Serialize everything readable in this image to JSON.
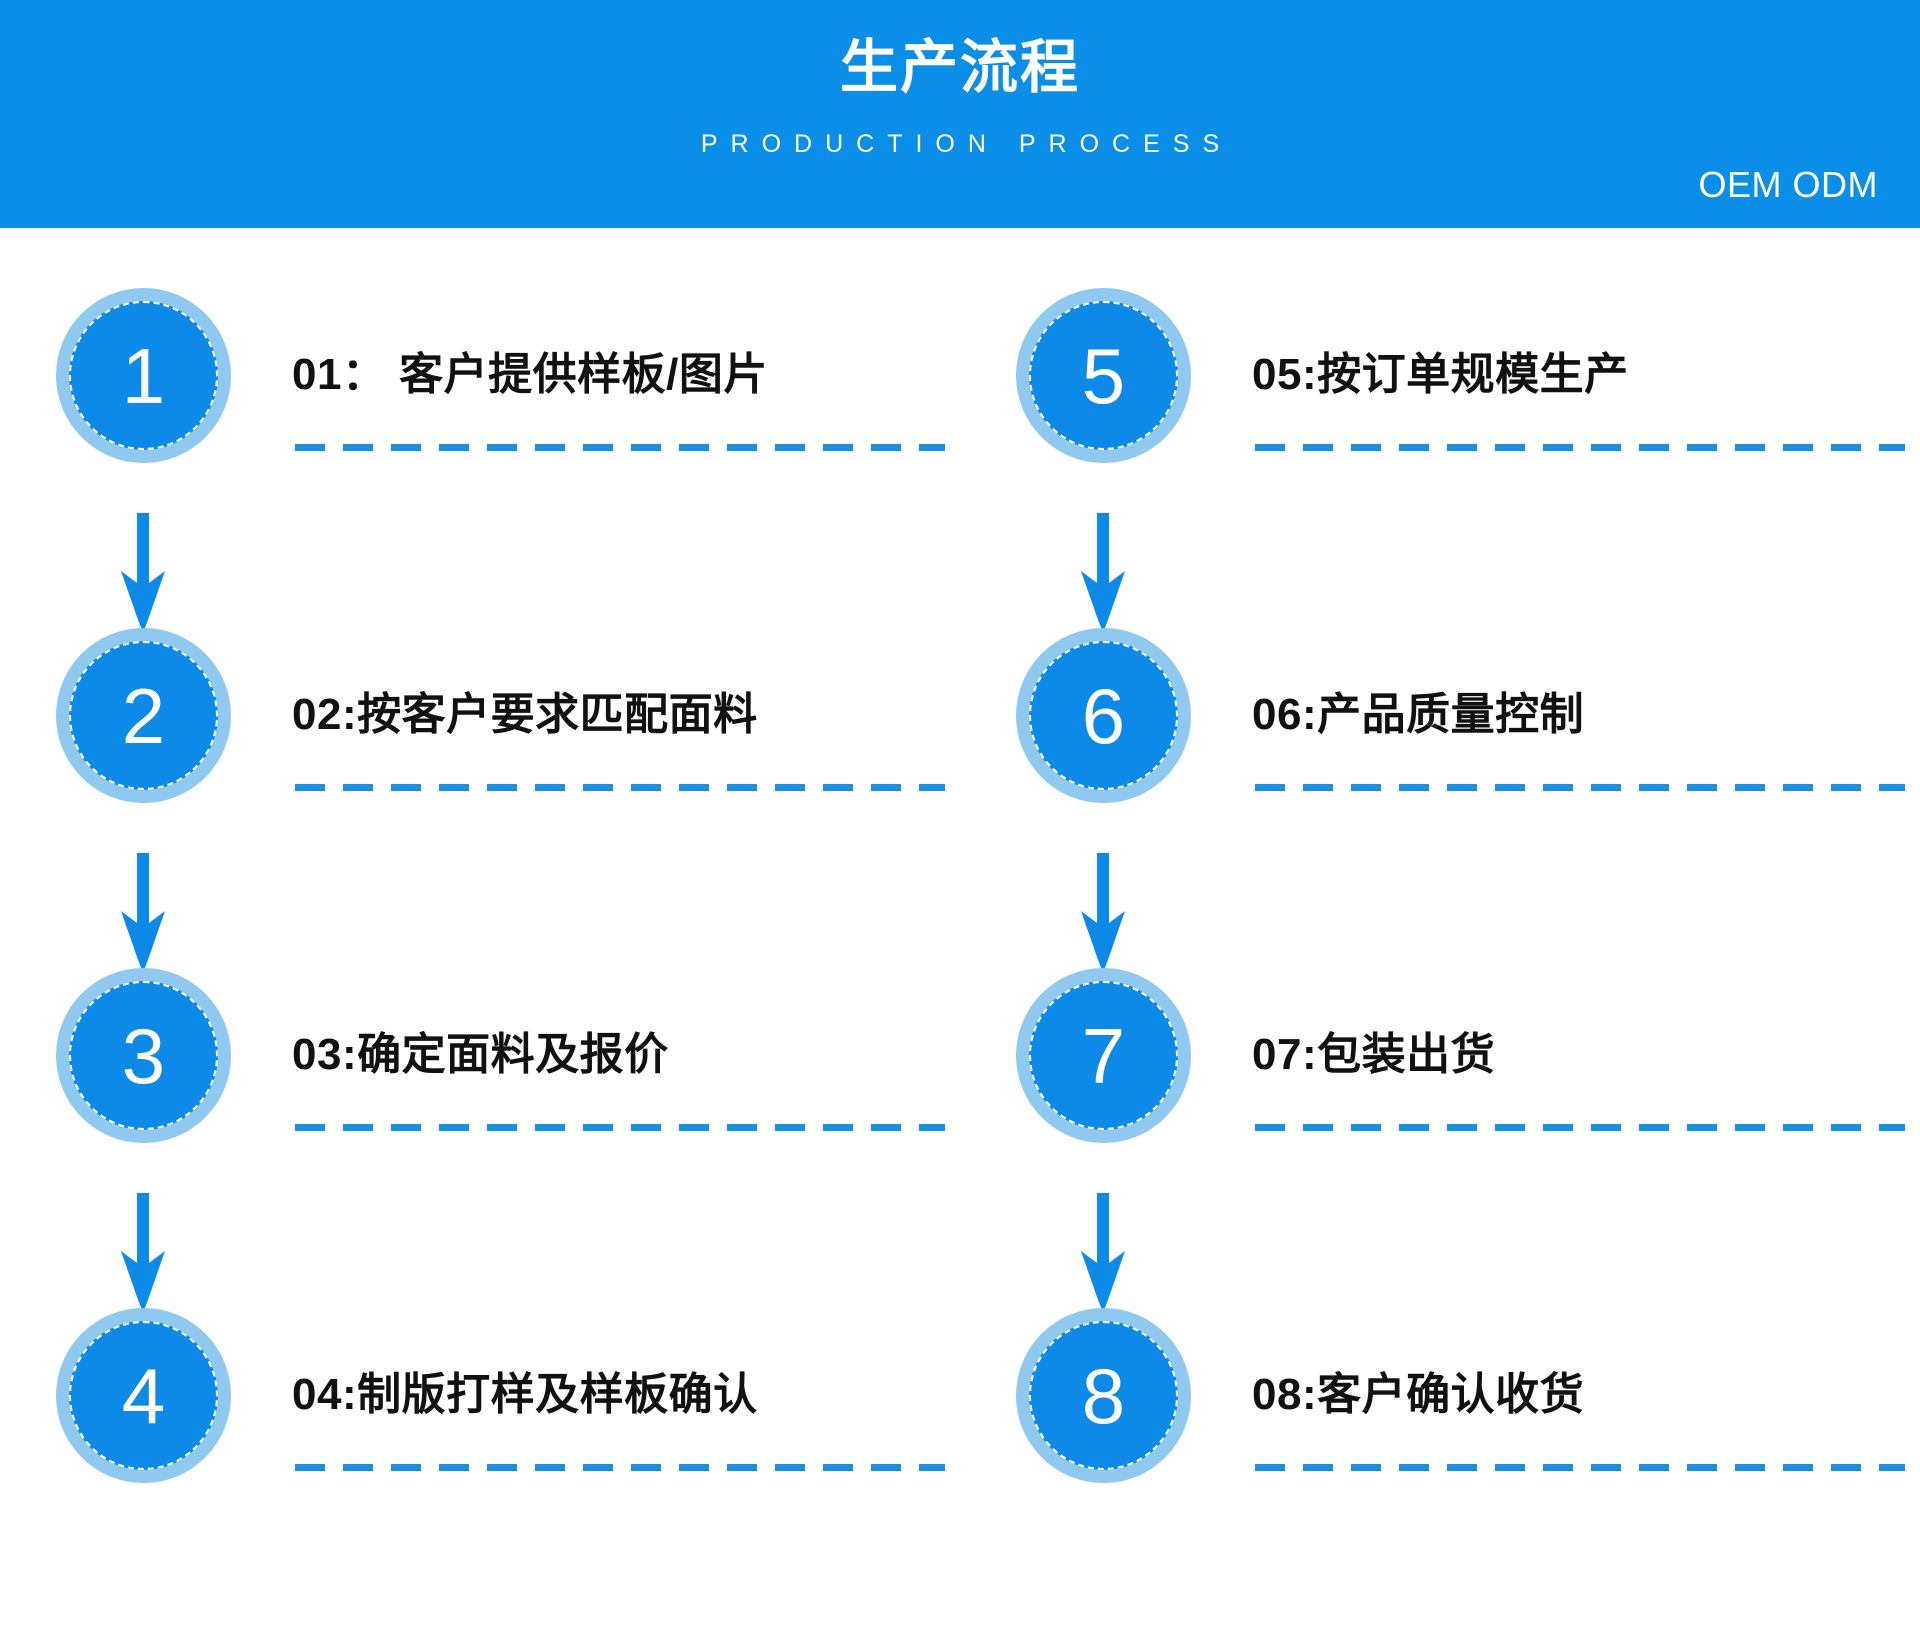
{
  "banner": {
    "title": "生产流程",
    "subtitle": "PRODUCTION PROCESS",
    "badge": "OEM ODM",
    "bg_color": "#0b8ee8",
    "text_color": "#ffffff"
  },
  "theme": {
    "circle_core_color": "#0d8ae8",
    "circle_ring_color": "#8fc9ef",
    "dash_rule_color": "#1a8fe0",
    "arrow_color": "#0d8ae8",
    "label_color": "#111111",
    "page_background": "#ffffff"
  },
  "flow": {
    "left_column": [
      {
        "number": "1",
        "label": "01： 客户提供样板/图片"
      },
      {
        "number": "2",
        "label": "02:按客户要求匹配面料"
      },
      {
        "number": "3",
        "label": "03:确定面料及报价"
      },
      {
        "number": "4",
        "label": "04:制版打样及样板确认"
      }
    ],
    "right_column": [
      {
        "number": "5",
        "label": "05:按订单规模生产"
      },
      {
        "number": "6",
        "label": "06:产品质量控制"
      },
      {
        "number": "7",
        "label": "07:包装出货"
      },
      {
        "number": "8",
        "label": "08:客户确认收货"
      }
    ]
  }
}
